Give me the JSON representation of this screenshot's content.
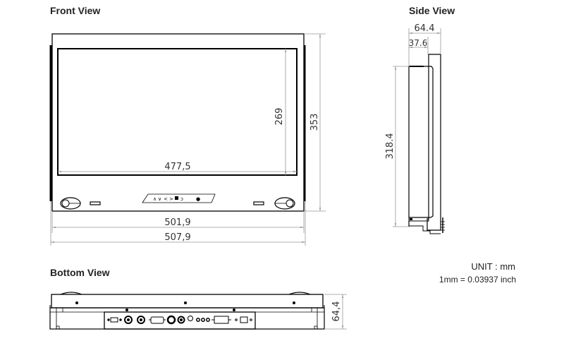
{
  "views": {
    "front": {
      "title": "Front View",
      "dimensions": {
        "screen_width": "477,5",
        "screen_height": "269",
        "overall_height": "353",
        "bezel_width": "501,9",
        "overall_width": "507,9"
      },
      "control_strip_icons": [
        "up-arrow",
        "down-arrow",
        "left-arrow",
        "right-arrow",
        "menu-square",
        "return",
        "power"
      ]
    },
    "side": {
      "title": "Side View",
      "dimensions": {
        "overall_depth": "64.4",
        "front_depth": "37.6",
        "panel_height": "318.4"
      }
    },
    "bottom": {
      "title": "Bottom View",
      "dimensions": {
        "depth": "64,4"
      },
      "ports": [
        "usb",
        "audio-jack",
        "bnc-in",
        "bnc-out",
        "vga-dsub",
        "bnc",
        "bnc",
        "audio-jack-small",
        "rca",
        "rca",
        "rca",
        "dvi",
        "led",
        "usb-b",
        "led"
      ]
    }
  },
  "unit": {
    "label": "UNIT : mm",
    "conversion": "1mm = 0.03937 inch"
  }
}
